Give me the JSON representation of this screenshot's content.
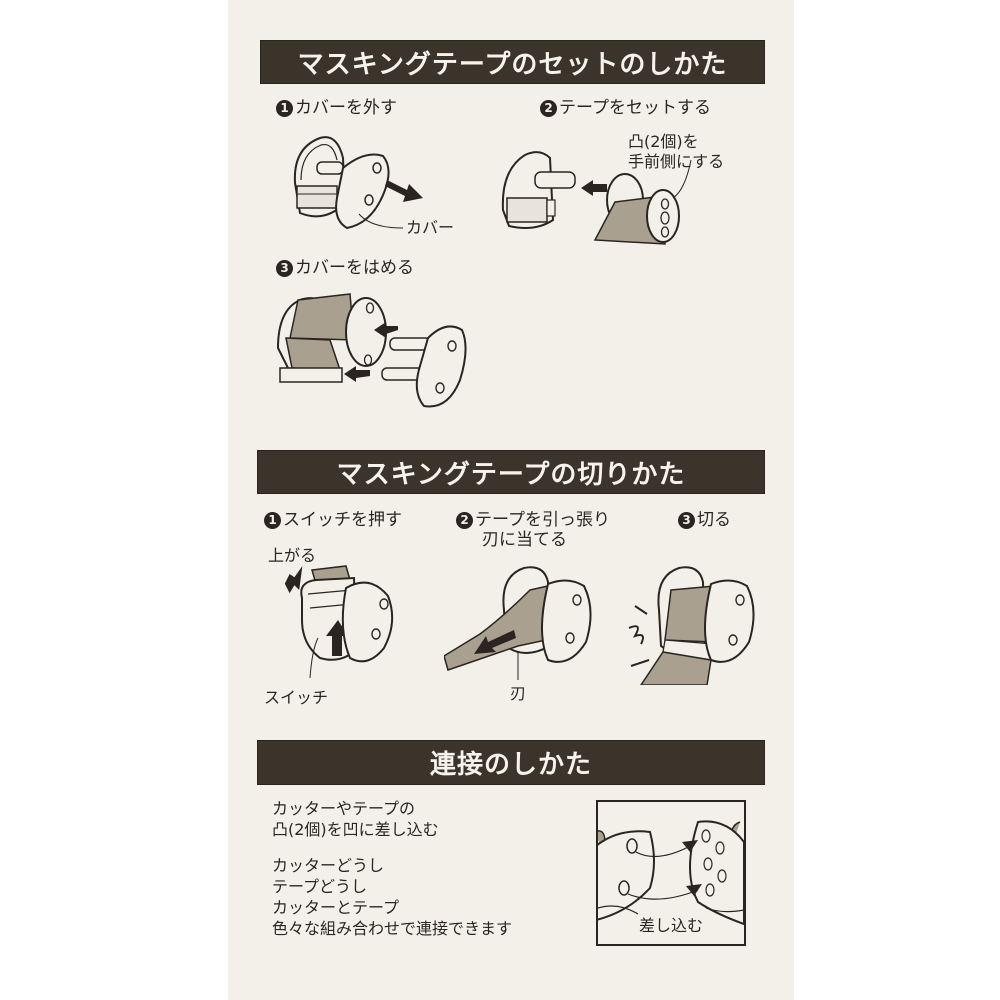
{
  "sections": [
    {
      "title": "マスキングテープのセットのしかた",
      "steps": [
        {
          "num": "1",
          "label": "カバーを外す",
          "callouts": [
            "カバー"
          ]
        },
        {
          "num": "2",
          "label": "テープをセットする",
          "callouts": [
            "凸(2個)を",
            "手前側にする"
          ]
        },
        {
          "num": "3",
          "label": "カバーをはめる",
          "callouts": []
        }
      ]
    },
    {
      "title": "マスキングテープの切りかた",
      "steps": [
        {
          "num": "1",
          "label": "スイッチを押す",
          "callouts": [
            "上がる",
            "スイッチ"
          ]
        },
        {
          "num": "2",
          "label_lines": [
            "テープを引っ張り",
            "刃に当てる"
          ],
          "callouts": [
            "刃"
          ]
        },
        {
          "num": "3",
          "label": "切る",
          "callouts": []
        }
      ]
    },
    {
      "title": "連接のしかた",
      "text_lines": [
        "カッターやテープの",
        "凸(2個)を凹に差し込む",
        "カッターどうし",
        "テープどうし",
        "カッターとテープ",
        "色々な組み合わせで連接できます"
      ],
      "diagram_caption": "差し込む"
    }
  ],
  "colors": {
    "paper": "#f3f0ea",
    "header_bg": "#3a342b",
    "header_text": "#f6f3ec",
    "ink": "#2a2520",
    "tape": "#a9a08f"
  }
}
